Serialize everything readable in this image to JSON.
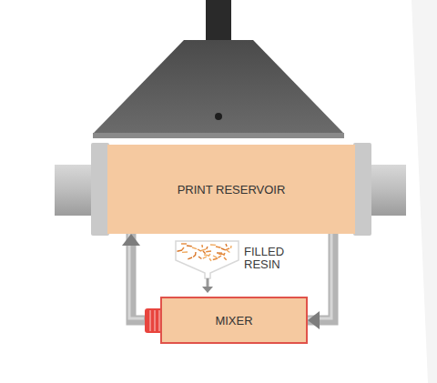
{
  "diagram": {
    "nodes": [
      {
        "text": [
          "PRINT RESERVOIR"
        ]
      },
      {
        "text": [
          "MIXER"
        ]
      }
    ],
    "edges": [
      {
        "from": 1,
        "to": 0,
        "arrow": "to"
      },
      {
        "from": 0,
        "to": 1,
        "arrow": "to"
      }
    ],
    "labels": [
      "FILLED RESIN"
    ]
  }
}
